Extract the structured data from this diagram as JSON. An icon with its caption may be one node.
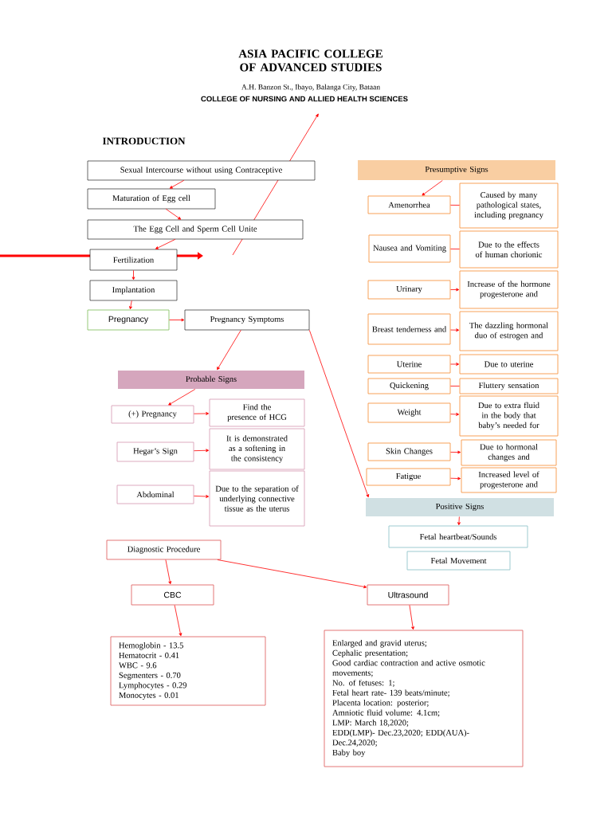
{
  "diagram": {
    "title": "ASIA PACIFIC COLLEGE OF ADVANCED STUDIES",
    "nodes": [
      {
        "text": [
          "Sexual Intercourse without using Contraceptive"
        ]
      },
      {
        "text": [
          "Maturation of Egg cell"
        ]
      },
      {
        "text": [
          "The Egg Cell and Sperm Cell Unite"
        ]
      },
      {
        "text": [
          "Fertilization"
        ]
      },
      {
        "text": [
          "Implantation"
        ]
      },
      {
        "text": [
          "Pregnancy"
        ]
      },
      {
        "text": [
          "Pregnancy Symptoms"
        ]
      },
      {
        "text": [
          "Presumptive Signs"
        ]
      },
      {
        "text": [
          "Amenorrhea"
        ]
      },
      {
        "text": [
          "Caused by many pathological states, including pregnancy"
        ]
      },
      {
        "text": [
          "Nausea and Vomiting"
        ]
      },
      {
        "text": [
          "Due to the effects of human chorionic"
        ]
      },
      {
        "text": [
          "Urinary"
        ]
      },
      {
        "text": [
          "Increase of the hormone progesterone and"
        ]
      },
      {
        "text": [
          "Breast tenderness and"
        ]
      },
      {
        "text": [
          "The dazzling hormonal duo of estrogen and"
        ]
      },
      {
        "text": [
          "Uterine"
        ]
      },
      {
        "text": [
          "Due to uterine"
        ]
      },
      {
        "text": [
          "Quickening"
        ]
      },
      {
        "text": [
          "Fluttery sensation"
        ]
      },
      {
        "text": [
          "Weight"
        ]
      },
      {
        "text": [
          "Due to extra fluid in the body that baby’s needed for"
        ]
      },
      {
        "text": [
          "Skin Changes"
        ]
      },
      {
        "text": [
          "Due to hormonal changes and"
        ]
      },
      {
        "text": [
          "Fatigue"
        ]
      },
      {
        "text": [
          "Increased level of progesterone and"
        ]
      },
      {
        "text": [
          "Probable Signs"
        ]
      },
      {
        "text": [
          "(+) Pregnancy"
        ]
      },
      {
        "text": [
          "Find the presence of HCG"
        ]
      },
      {
        "text": [
          "Hegar’s Sign"
        ]
      },
      {
        "text": [
          "It is demonstrated as a softening in the consistency"
        ]
      },
      {
        "text": [
          "Abdominal"
        ]
      },
      {
        "text": [
          "Due to the separation of underlying connective tissue as the uterus"
        ]
      },
      {
        "text": [
          "Positive Signs"
        ]
      },
      {
        "text": [
          "Fetal heartbeat/Sounds"
        ]
      },
      {
        "text": [
          "Fetal Movement"
        ]
      },
      {
        "text": [
          "Diagnostic Procedure"
        ]
      },
      {
        "text": [
          "CBC"
        ]
      },
      {
        "text": [
          "Ultrasound"
        ]
      },
      {
        "text": [
          "Hemoglobin - 13.5",
          "Hematocrit - 0.41",
          "WBC - 9.6",
          "Segmenters - 0.70",
          "Lymphocytes - 0.29",
          "Monocytes - 0.01"
        ]
      },
      {
        "text": [
          "Enlarged and gravid uterus;",
          "Cephalic presentation;",
          "Good cardiac contraction and active osmotic movements;",
          "No. of fetuses: 1;",
          "Fetal heart rate- 139 beats/minute;",
          "Placenta location: posterior;",
          "Amniotic fluid volume: 4.1cm;",
          "LMP: March 18,2020;",
          "EDD(LMP)- Dec.23,2020; EDD(AUA)- Dec.24,2020;",
          "Baby boy"
        ]
      }
    ],
    "edges": [
      {
        "from": 0,
        "to": 1,
        "arrow": "to"
      },
      {
        "from": 1,
        "to": 2,
        "arrow": "to"
      },
      {
        "from": 2,
        "to": 3,
        "arrow": "to"
      },
      {
        "from": 3,
        "to": 4,
        "arrow": "to"
      },
      {
        "from": 4,
        "to": 5,
        "arrow": "to"
      },
      {
        "from": 5,
        "to": 6,
        "arrow": "to"
      },
      {
        "from": 6,
        "to": 26,
        "arrow": "to"
      },
      {
        "from": 6,
        "to": 33,
        "arrow": "to"
      },
      {
        "from": 7,
        "to": 8,
        "arrow": "to"
      },
      {
        "from": 8,
        "to": 9,
        "arrow": "none"
      },
      {
        "from": 10,
        "to": 11,
        "arrow": "none"
      },
      {
        "from": 12,
        "to": 13,
        "arrow": "to"
      },
      {
        "from": 14,
        "to": 15,
        "arrow": "to"
      },
      {
        "from": 16,
        "to": 17,
        "arrow": "to"
      },
      {
        "from": 18,
        "to": 19,
        "arrow": "none"
      },
      {
        "from": 20,
        "to": 21,
        "arrow": "to"
      },
      {
        "from": 22,
        "to": 23,
        "arrow": "to"
      },
      {
        "from": 24,
        "to": 25,
        "arrow": "to"
      },
      {
        "from": 26,
        "to": 27,
        "arrow": "to"
      },
      {
        "from": 27,
        "to": 28,
        "arrow": "to"
      },
      {
        "from": 29,
        "to": 30,
        "arrow": "to"
      },
      {
        "from": 31,
        "to": 32,
        "arrow": "to"
      },
      {
        "from": 33,
        "to": 34,
        "arrow": "to"
      },
      {
        "from": 36,
        "to": 37,
        "arrow": "to"
      },
      {
        "from": 36,
        "to": 38,
        "arrow": "to"
      },
      {
        "from": 37,
        "to": 39,
        "arrow": "to"
      },
      {
        "from": 38,
        "to": 40,
        "arrow": "to"
      }
    ],
    "labels": [
      "A.H. Banzon St., Ibayo, Balanga City, Bataan",
      "COLLEGE OF NURSING AND ALLIED HEALTH SCIENCES",
      "INTRODUCTION"
    ]
  }
}
